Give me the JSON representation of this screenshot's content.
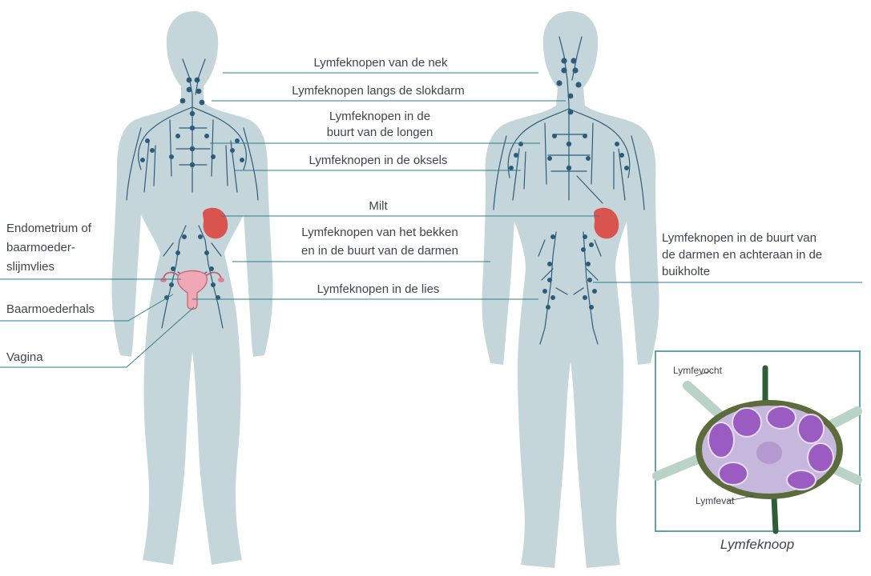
{
  "colors": {
    "body": "#c5d6da",
    "lymph": "#2c5c7c",
    "leader": "#2c7c8c",
    "organ": "#d9534f",
    "uterus": "#f0a8b4",
    "inset_border": "#3b8c94",
    "node_fill": "#b481cc",
    "node_capsule": "#5b6b3a"
  },
  "labels": {
    "neck": "Lymfeknopen van de nek",
    "esophagus": "Lymfeknopen langs de slokdarm",
    "lungs_line1": "Lymfeknopen in de",
    "lungs_line2": "buurt van de longen",
    "armpits": "Lymfeknopen in de oksels",
    "spleen": "Milt",
    "pelvis_line1": "Lymfeknopen van het bekken",
    "pelvis_line2": "en in de buurt van de darmen",
    "groin": "Lymfeknopen in de lies",
    "endometrium_line1": "Endometrium of",
    "endometrium_line2": "baarmoeder-",
    "endometrium_line3": "slijmvlies",
    "cervix": "Baarmoederhals",
    "vagina": "Vagina",
    "intestines_line1": "Lymfeknopen in de buurt van",
    "intestines_line2": "de darmen en achteraan in de",
    "intestines_line3": "buikholte"
  },
  "inset": {
    "lymph_fluid": "Lymfevocht",
    "lymph_vessel": "Lymfevat",
    "caption": "Lymfeknoop"
  },
  "icons": {
    "female": "female-body-icon",
    "male": "male-body-icon",
    "uterus": "uterus-icon",
    "node": "lymph-node-icon"
  }
}
